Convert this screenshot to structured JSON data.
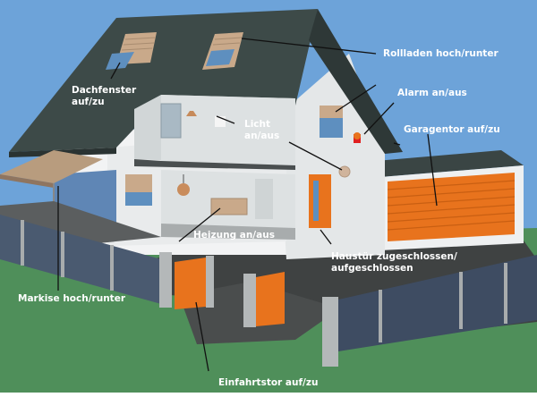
{
  "colors": {
    "sky": "#6da3d9",
    "ground": "#4f8f5a",
    "roof": "#3d4a48",
    "wall": "#f2f3f4",
    "interior": "#d8dcdc",
    "accent_orange": "#e8731d",
    "pavement": "#3f4242",
    "fence": "#4a5a70",
    "awning": "#b89c7e"
  },
  "labels": {
    "dachfenster_line1": "Dachfenster",
    "dachfenster_line2": "auf/zu",
    "rollladen": "Rollladen hoch/runter",
    "alarm": "Alarm an/aus",
    "licht_line1": "Licht",
    "licht_line2": "an/aus",
    "garagentor": "Garagentor auf/zu",
    "heizung": "Heizung an/aus",
    "haustuer_line1": "Haustür zugeschlossen/",
    "haustuer_line2": "aufgeschlossen",
    "markise": "Markise hoch/runter",
    "einfahrtstor": "Einfahrtstor auf/zu"
  }
}
